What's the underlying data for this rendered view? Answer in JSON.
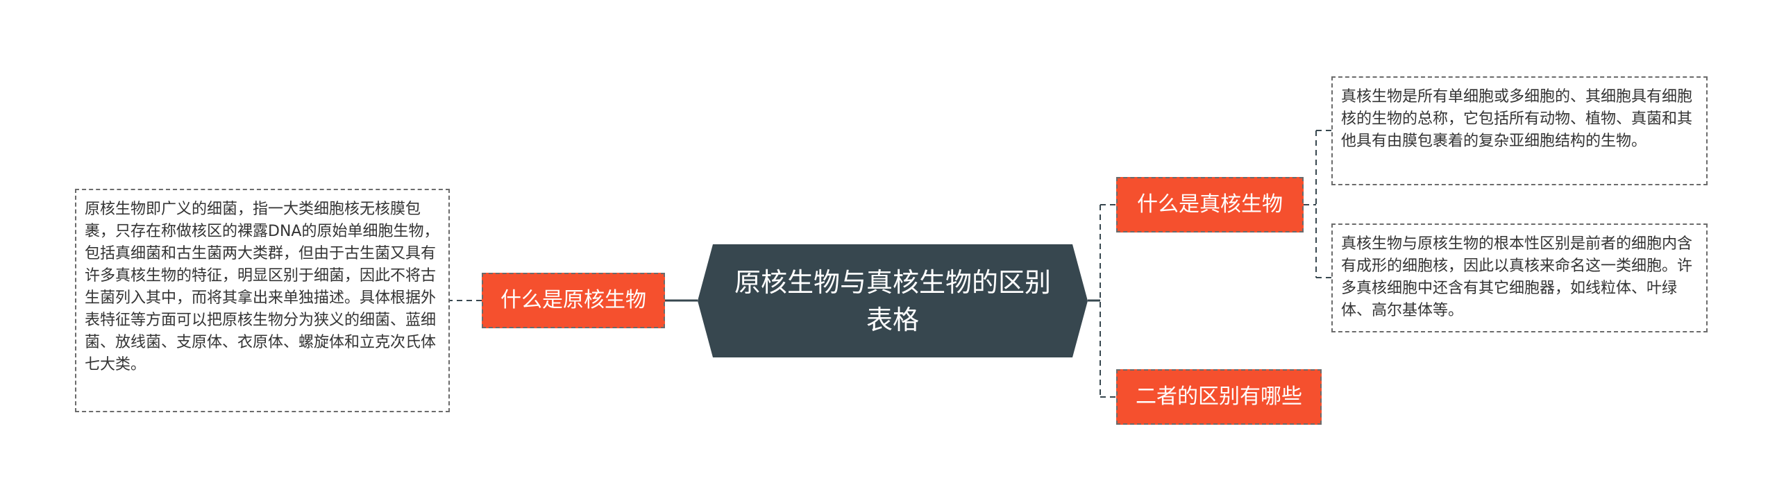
{
  "center": {
    "title": "原核生物与真核生物的区别表格"
  },
  "branches": {
    "left": {
      "label": "什么是原核生物",
      "detail": "原核生物即广义的细菌，指一大类细胞核无核膜包裹，只存在称做核区的裸露DNA的原始单细胞生物，包括真细菌和古生菌两大类群，但由于古生菌又具有许多真核生物的特征，明显区别于细菌，因此不将古生菌列入其中，而将其拿出来单独描述。具体根据外表特征等方面可以把原核生物分为狭义的细菌、蓝细菌、放线菌、支原体、衣原体、螺旋体和立克次氏体七大类。"
    },
    "right_top": {
      "label": "什么是真核生物",
      "details": [
        "真核生物是所有单细胞或多细胞的、其细胞具有细胞核的生物的总称，它包括所有动物、植物、真菌和其他具有由膜包裹着的复杂亚细胞结构的生物。",
        "真核生物与原核生物的根本性区别是前者的细胞内含有成形的细胞核，因此以真核来命名这一类细胞。许多真核细胞中还含有其它细胞器，如线粒体、叶绿体、高尔基体等。"
      ]
    },
    "right_bottom": {
      "label": "二者的区别有哪些"
    }
  },
  "colors": {
    "center_fill": "#37474f",
    "branch_fill": "#f5502e",
    "connector": "#37474f",
    "dashed_border": "#6b6b6b"
  }
}
